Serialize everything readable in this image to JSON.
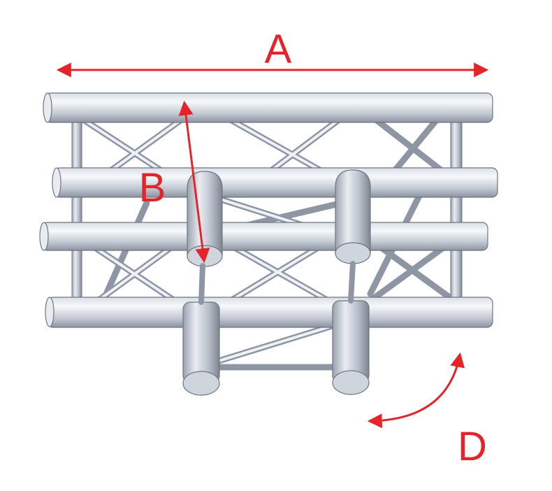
{
  "diagram": {
    "subject": "truss-t-junction",
    "labels": {
      "length": "A",
      "height": "B",
      "rotation": "D"
    },
    "colors": {
      "arrow": "#e3242b",
      "tube_light": "#f4f6fa",
      "tube_mid": "#c9cfd9",
      "tube_dark": "#8e96a3",
      "outline": "#6e7580"
    }
  }
}
